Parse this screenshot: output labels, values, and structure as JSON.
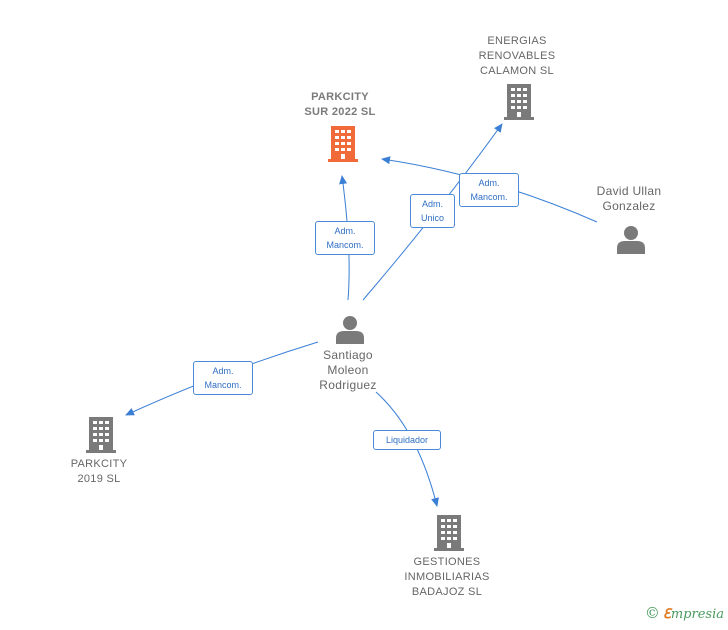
{
  "colors": {
    "edge": "#3a7fd5",
    "company_gray": "#7a7a7a",
    "company_focus": "#f06a3a",
    "person": "#7a7a7a"
  },
  "nodes": {
    "parkcity_sur_2022": {
      "lines": [
        "PARKCITY",
        "SUR 2022  SL"
      ],
      "icon": "building-icon"
    },
    "energias_renovables": {
      "lines": [
        "ENERGIAS",
        "RENOVABLES",
        "CALAMON  SL"
      ],
      "icon": "building-icon"
    },
    "david_ullan": {
      "lines": [
        "David Ullan",
        "Gonzalez"
      ],
      "icon": "person-icon"
    },
    "santiago_moleon": {
      "lines": [
        "Santiago",
        "Moleon",
        "Rodriguez"
      ],
      "icon": "person-icon"
    },
    "parkcity_2019": {
      "lines": [
        "PARKCITY",
        "2019  SL"
      ],
      "icon": "building-icon"
    },
    "gestiones_badajoz": {
      "lines": [
        "GESTIONES",
        "INMOBILIARIAS",
        "BADAJOZ SL"
      ],
      "icon": "building-icon"
    }
  },
  "edges": {
    "santiago_to_parkcity_sur": {
      "lines": [
        "Adm.",
        "Mancom."
      ]
    },
    "santiago_to_energias": {
      "lines": [
        "Adm.",
        "Unico"
      ]
    },
    "david_to_parkcity_sur": {
      "lines": [
        "Adm.",
        "Mancom."
      ]
    },
    "santiago_to_parkcity_2019": {
      "lines": [
        "Adm.",
        "Mancom."
      ]
    },
    "santiago_to_gestiones": {
      "lines": [
        "Liquidador"
      ]
    }
  },
  "footer": {
    "copyright": "©",
    "brand_first": "ℇ",
    "brand_rest": "mpresia"
  }
}
